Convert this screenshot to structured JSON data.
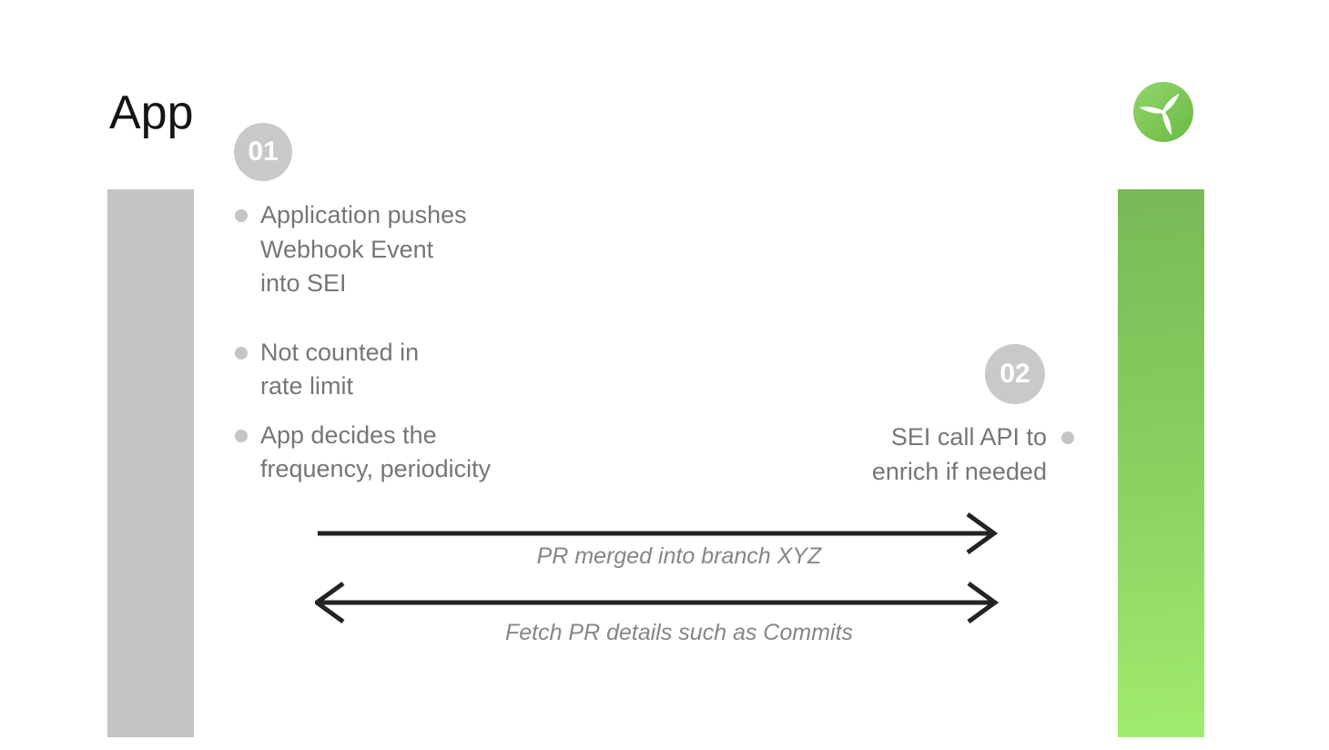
{
  "title": "App",
  "logo": {
    "icon": "propeller-icon",
    "circle_gradient_top": "#93d56c",
    "circle_gradient_bottom": "#68ba43",
    "blade_color": "#ffffff"
  },
  "bars": {
    "left_placeholder_color": "#c4c4c4",
    "right_gradient_top": "#78b956",
    "right_gradient_bottom": "#a0ec6e"
  },
  "colors": {
    "badge_background": "#c9c9c9",
    "badge_text": "#ffffff",
    "body_text": "#76767a",
    "bullet_dot": "#c5c5c8",
    "arrow_stroke": "#232323",
    "arrow_label_text": "#85858a",
    "title_text": "#151515"
  },
  "steps": {
    "step1": {
      "badge": "01",
      "bullets": [
        {
          "lines": [
            "Application pushes",
            "Webhook Event",
            "into SEI"
          ]
        },
        {
          "lines": [
            "Not counted in",
            "rate limit"
          ]
        },
        {
          "lines": [
            "App decides the",
            "frequency, periodicity"
          ]
        }
      ]
    },
    "step2": {
      "badge": "02",
      "lines": [
        "SEI call API to",
        "enrich if needed"
      ]
    }
  },
  "arrows": {
    "forward": {
      "label": "PR merged into branch XYZ",
      "direction": "right"
    },
    "bidirectional": {
      "label": "Fetch PR details such as Commits",
      "direction": "both"
    }
  }
}
